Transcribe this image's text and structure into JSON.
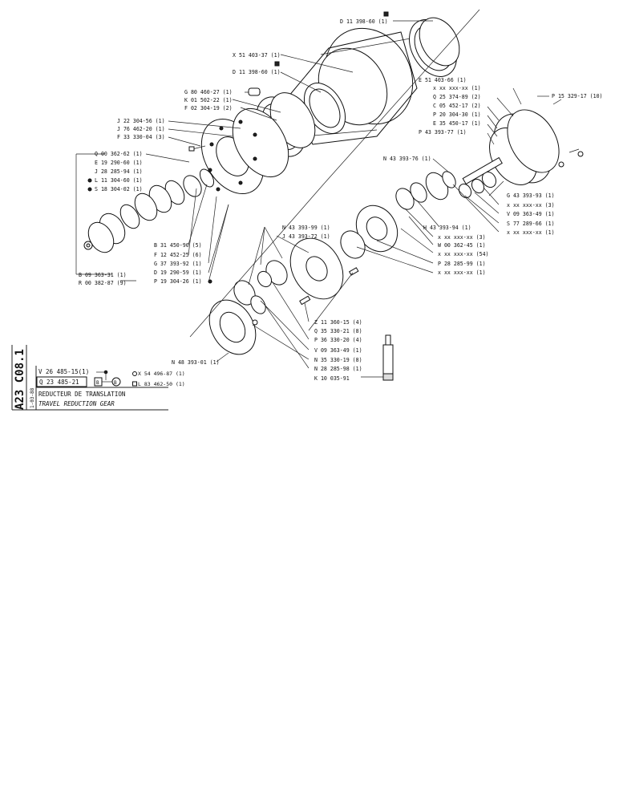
{
  "page_code": "A23 C08.1",
  "date": "1-03-88",
  "title_fr": "REDUCTEUR DE TRANSLATION",
  "title_en": "TRAVEL REDUCTION GEAR",
  "main_refs": {
    "ref1": "V 26 485-15(1)",
    "ref2": "Q 23 485-21",
    "ref2_mark": "B",
    "opt1": "X 54 496-87 (1)",
    "opt2": "L 83 462-50 (1)"
  },
  "labels": [
    "D 11 398-60 (1)",
    "X 51 403-37 (1)",
    "D 11 398-60 (1)",
    "G 80 460-27 (1)",
    "K 01 502-22 (1)",
    "F 02 304-19 (2)",
    "J 22 304-56 (1)",
    "J 76 462-20 (1)",
    "F 33 330-04 (3)",
    "Q 00 362-62 (1)",
    "E 19 290-60 (1)",
    "J 28 285-94 (1)",
    "L 11 304-60 (1)",
    "S 18 304-02 (1)",
    "B 09 363-31 (1)",
    "R 00 382-87 (9)",
    "B 31 450-90 (5)",
    "F 12 452-25 (6)",
    "G 37 393-92 (1)",
    "D 19 290-59 (1)",
    "P 19 304-26 (1)",
    "E 51 403-66 (1)",
    "x xx xxx-xx (1)",
    "Q 25 374-89 (2)",
    "C 05 452-17 (2)",
    "P 20 304-30 (1)",
    "E 35 450-17 (1)",
    "P 43 393-77 (1)",
    "P 15 329-17 (10)",
    "N 43 393-76 (1)",
    "G 43 393-93 (1)",
    "x xx xxx-xx (3)",
    "V 09 363-49 (1)",
    "S 77 289-66 (1)",
    "x xx xxx-xx (1)",
    "H 43 393-94 (1)",
    "N 43 393-99 (1)",
    "J 43 393-72 (1)",
    "x xx xxx-xx (3)",
    "W 00 362-45 (1)",
    "x xx xxx-xx (54)",
    "P 28 285-99 (1)",
    "x xx xxx-xx (1)",
    "Z 11 360-15 (4)",
    "Q 35 330-21 (8)",
    "P 36 330-20 (4)",
    "V 09 363-49 (1)",
    "N 35 330-19 (8)",
    "N 28 285-98 (1)",
    "K 10 035-91",
    "N 48 393-01 (1)"
  ]
}
